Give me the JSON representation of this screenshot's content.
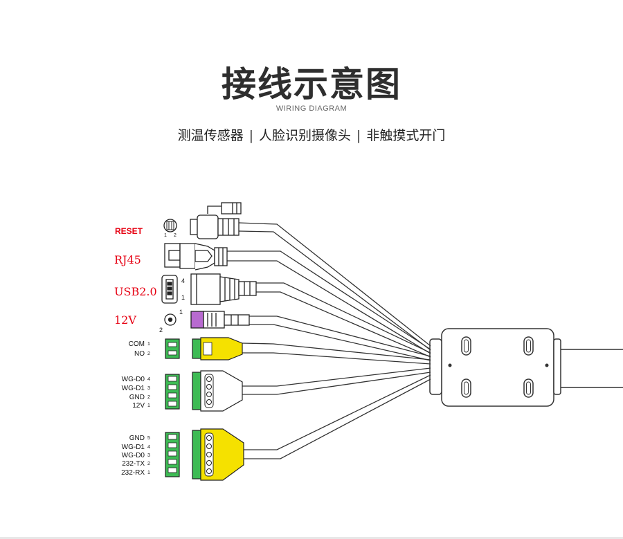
{
  "header": {
    "title": "接线示意图",
    "subtitle": "WIRING DIAGRAM",
    "features": [
      "测温传感器",
      "人脸识别摄像头",
      "非触摸式开门"
    ],
    "separator": "|"
  },
  "ports": {
    "reset": {
      "label": "RESET",
      "pins": [
        "1",
        "2"
      ]
    },
    "rj45": {
      "label": "RJ45"
    },
    "usb": {
      "label": "USB2.0",
      "pins": [
        "4",
        "1"
      ]
    },
    "power": {
      "label": "12V",
      "pins": [
        "1",
        "2"
      ]
    },
    "relay": {
      "pins": [
        {
          "name": "COM",
          "num": "1"
        },
        {
          "name": "NO",
          "num": "2"
        }
      ]
    },
    "wiegand": {
      "pins": [
        {
          "name": "WG-D0",
          "num": "4"
        },
        {
          "name": "WG-D1",
          "num": "3"
        },
        {
          "name": "GND",
          "num": "2"
        },
        {
          "name": "12V",
          "num": "1"
        }
      ]
    },
    "serial": {
      "pins": [
        {
          "name": "GND",
          "num": "5"
        },
        {
          "name": "WG-D1",
          "num": "4"
        },
        {
          "name": "WG-D0",
          "num": "3"
        },
        {
          "name": "232-TX",
          "num": "2"
        },
        {
          "name": "232-RX",
          "num": "1"
        }
      ]
    }
  },
  "colors": {
    "red_label": "#e60012",
    "yellow_connector": "#f5e100",
    "green_terminal": "#3dbb54",
    "purple_connector": "#b86ad0",
    "cable_outline": "#333333"
  },
  "icons": [
    "reset-button-icon",
    "rj45-plug-icon",
    "usb-port-icon",
    "dc-jack-icon",
    "terminal-block-icon"
  ]
}
